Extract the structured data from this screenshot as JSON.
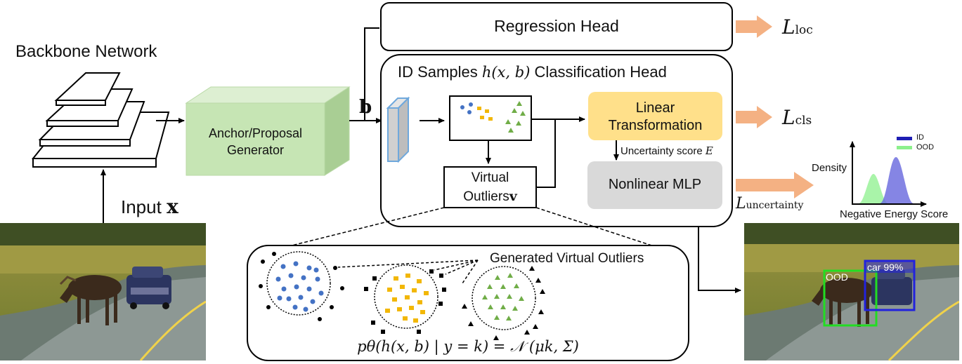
{
  "backbone": {
    "label": "Backbone Network"
  },
  "input": {
    "label": "Input",
    "symbol": "x"
  },
  "anchor": {
    "line1": "Anchor/Proposal",
    "line2": "Generator"
  },
  "b_symbol": "b",
  "regression_head": {
    "label": "Regression Head"
  },
  "cls_head": {
    "prefix": "ID Samples",
    "math": "h(x, b)",
    "suffix": "Classification Head"
  },
  "linear": {
    "line1": "Linear",
    "line2": "Transformation",
    "color": "#FFE08A"
  },
  "uncertainty": {
    "label": "Uncertainty score",
    "symbol": "E"
  },
  "nonlinear": {
    "label": "Nonlinear MLP",
    "color": "#D9D9D9"
  },
  "virtual": {
    "line1": "Virtual",
    "line2": "Outliers",
    "symbol": "v"
  },
  "losses": {
    "loc": {
      "script": "L",
      "sub": "loc"
    },
    "cls": {
      "script": "L",
      "sub": "cls"
    },
    "unc": {
      "script": "L",
      "sub": "uncertainty"
    }
  },
  "density_plot": {
    "ylabel": "Density",
    "xlabel": "Negative Energy Score",
    "legend": [
      {
        "name": "ID",
        "color": "#1F1FB4"
      },
      {
        "name": "OOD",
        "color": "#8CF08C"
      }
    ]
  },
  "zoom_box": {
    "label": "Generated Virtual Outliers",
    "formula": "pθ(h(x, b) | y = k) = 𝒩 (μk, Σ)"
  },
  "detections": [
    {
      "label": "OOD",
      "color": "#22DD22"
    },
    {
      "label": "car 99%",
      "color": "#2222DD"
    }
  ],
  "colors": {
    "anchor_green": "#C6E5B4",
    "arrow_orange": "#F4B183",
    "blue_dot": "#4472C4",
    "yellow_sq": "#F2B705",
    "green_tri": "#70AD47"
  }
}
